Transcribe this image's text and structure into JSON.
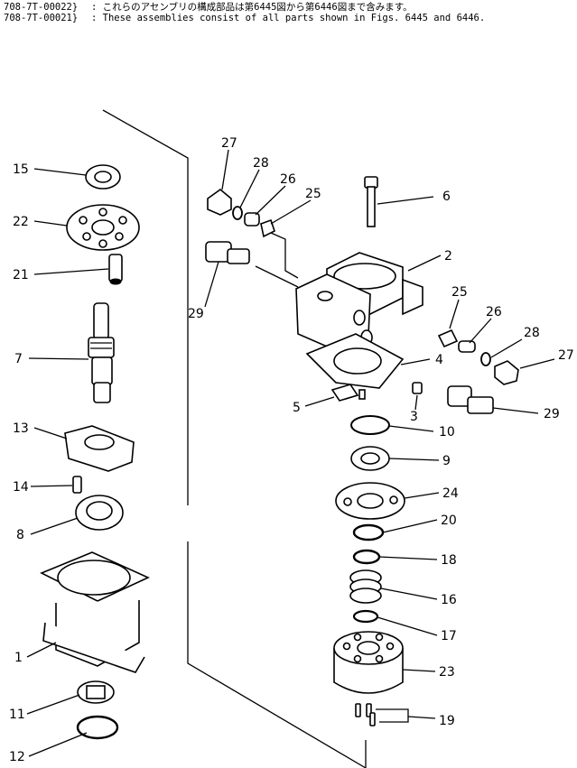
{
  "header": {
    "model_a": "708-7T-00022",
    "model_b": "708-7T-00021",
    "bracket": "}",
    "note_jp": ": これらのアセンブリの構成部品は第6445図から第6446図まで含みます。",
    "note_en": ": These assemblies consist of all parts shown in Figs. 6445 and 6446."
  },
  "callouts": [
    {
      "id": "15",
      "label": "15"
    },
    {
      "id": "22",
      "label": "22"
    },
    {
      "id": "21",
      "label": "21"
    },
    {
      "id": "7",
      "label": "7"
    },
    {
      "id": "13",
      "label": "13"
    },
    {
      "id": "14",
      "label": "14"
    },
    {
      "id": "8",
      "label": "8"
    },
    {
      "id": "1",
      "label": "1"
    },
    {
      "id": "11",
      "label": "11"
    },
    {
      "id": "12",
      "label": "12"
    },
    {
      "id": "27a",
      "label": "27"
    },
    {
      "id": "28a",
      "label": "28"
    },
    {
      "id": "26a",
      "label": "26"
    },
    {
      "id": "25a",
      "label": "25"
    },
    {
      "id": "6",
      "label": "6"
    },
    {
      "id": "29a",
      "label": "29"
    },
    {
      "id": "2",
      "label": "2"
    },
    {
      "id": "25b",
      "label": "25"
    },
    {
      "id": "26b",
      "label": "26"
    },
    {
      "id": "28b",
      "label": "28"
    },
    {
      "id": "27b",
      "label": "27"
    },
    {
      "id": "4",
      "label": "4"
    },
    {
      "id": "5",
      "label": "5"
    },
    {
      "id": "3",
      "label": "3"
    },
    {
      "id": "29b",
      "label": "29"
    },
    {
      "id": "10",
      "label": "10"
    },
    {
      "id": "9",
      "label": "9"
    },
    {
      "id": "24",
      "label": "24"
    },
    {
      "id": "20",
      "label": "20"
    },
    {
      "id": "18",
      "label": "18"
    },
    {
      "id": "16",
      "label": "16"
    },
    {
      "id": "17",
      "label": "17"
    },
    {
      "id": "23",
      "label": "23"
    },
    {
      "id": "19",
      "label": "19"
    }
  ]
}
